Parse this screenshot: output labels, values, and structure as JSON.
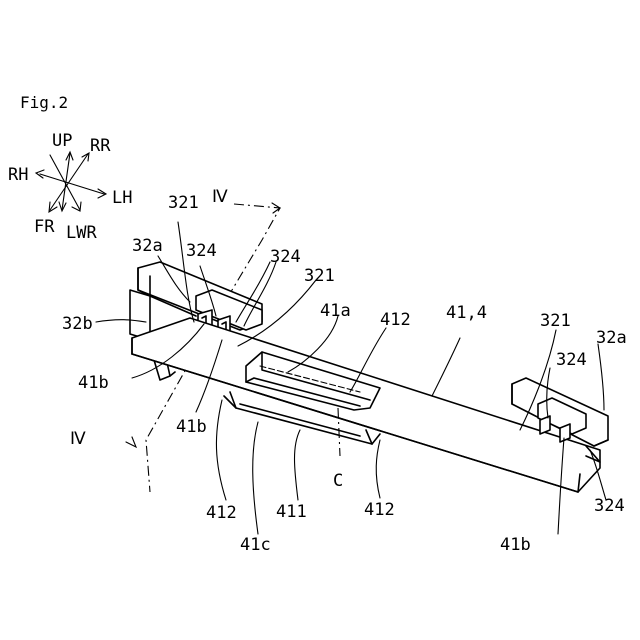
{
  "figure": {
    "title": "Fig.2",
    "directions": {
      "up": "UP",
      "rr": "RR",
      "rh": "RH",
      "lh": "LH",
      "fr": "FR",
      "lwr": "LWR"
    },
    "section_marks": {
      "top": "Ⅳ",
      "bottom": "Ⅳ"
    },
    "labels": {
      "l_321_left": "321",
      "l_32a_left": "32a",
      "l_324_left": "324",
      "l_324_mid": "324",
      "l_321_mid": "321",
      "l_32b": "32b",
      "l_41a": "41a",
      "l_412_top": "412",
      "l_41_4": "41,4",
      "l_321_right": "321",
      "l_32a_right": "32a",
      "l_324_right": "324",
      "l_324_right_low": "324",
      "l_41b_left": "41b",
      "l_41b_mid": "41b",
      "l_41b_right": "41b",
      "l_c": "C",
      "l_412_left": "412",
      "l_411": "411",
      "l_412_right": "412",
      "l_41c": "41c"
    }
  }
}
